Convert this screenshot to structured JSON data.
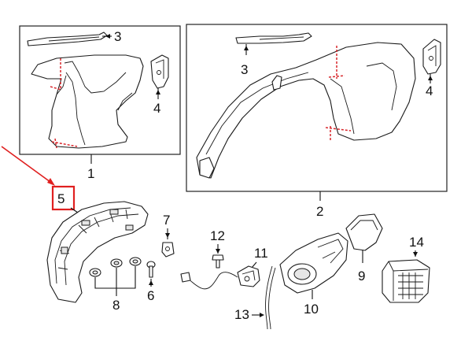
{
  "callouts": {
    "c1": "1",
    "c2": "2",
    "c3a": "3",
    "c3b": "3",
    "c4a": "4",
    "c4b": "4",
    "c5": "5",
    "c6": "6",
    "c7": "7",
    "c8": "8",
    "c9": "9",
    "c10": "10",
    "c11": "11",
    "c12": "12",
    "c13": "13",
    "c14": "14"
  },
  "highlight": {
    "color": "#e02020",
    "target": "5"
  },
  "colors": {
    "line": "#1a1a1a",
    "cut_marks": "#d8262b",
    "background": "#ffffff"
  },
  "icons": [
    "arrow-icon",
    "highlight-box"
  ]
}
